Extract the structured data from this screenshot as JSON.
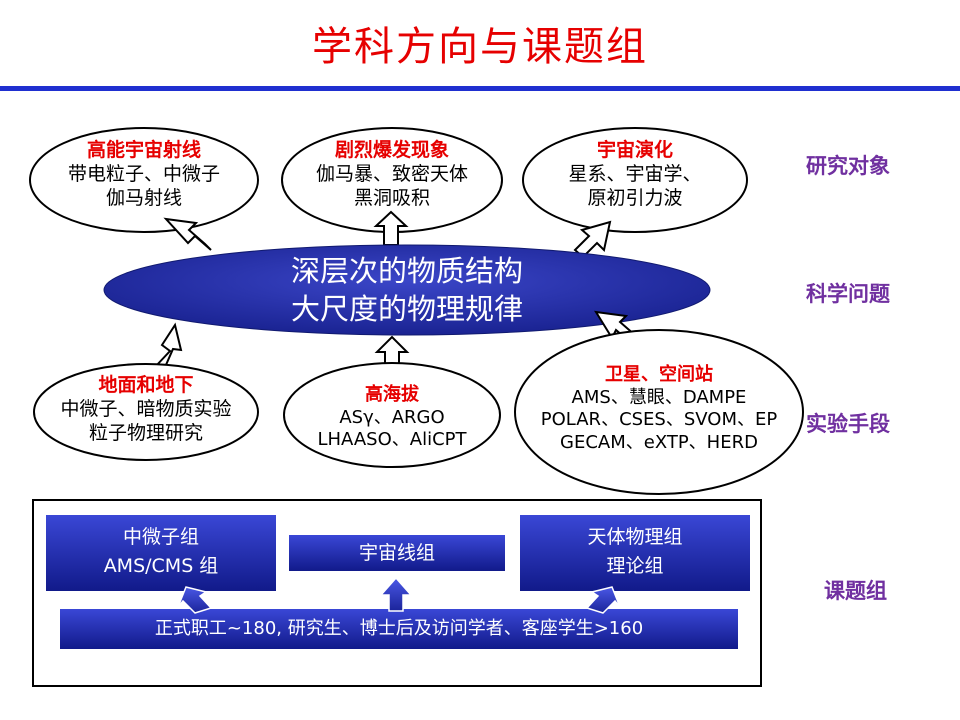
{
  "title": "学科方向与课题组",
  "categories": {
    "objects": "研究对象",
    "science": "科学问题",
    "methods": "实验手段",
    "groups": "课题组"
  },
  "core": {
    "line1": "深层次的物质结构",
    "line2": "大尺度的物理规律"
  },
  "objects": [
    {
      "head": "高能宇宙射线",
      "line1": "带电粒子、中微子",
      "line2": "伽马射线"
    },
    {
      "head": "剧烈爆发现象",
      "line1": "伽马暴、致密天体",
      "line2": "黑洞吸积"
    },
    {
      "head": "宇宙演化",
      "line1": "星系、宇宙学、",
      "line2": "原初引力波"
    }
  ],
  "methods": [
    {
      "head": "地面和地下",
      "line1": "中微子、暗物质实验",
      "line2": "粒子物理研究"
    },
    {
      "head": "高海拔",
      "line1": "ASγ、ARGO",
      "line2": "LHAASO、AliCPT"
    },
    {
      "head": "卫星、空间站",
      "line1": "AMS、慧眼、DAMPE",
      "line2": "POLAR、CSES、SVOM、EP",
      "line3": "GECAM、eXTP、HERD"
    }
  ],
  "groups": {
    "g1": {
      "line1": "中微子组",
      "line2": "AMS/CMS 组"
    },
    "g2": {
      "line1": "宇宙线组"
    },
    "g3": {
      "line1": "天体物理组",
      "line2": "理论组"
    },
    "staff": "正式职工~180, 研究生、博士后及访问学者、客座学生>160"
  },
  "colors": {
    "title": "#e60000",
    "accent_blue": "#1f2fd0",
    "category": "#7030a0"
  }
}
